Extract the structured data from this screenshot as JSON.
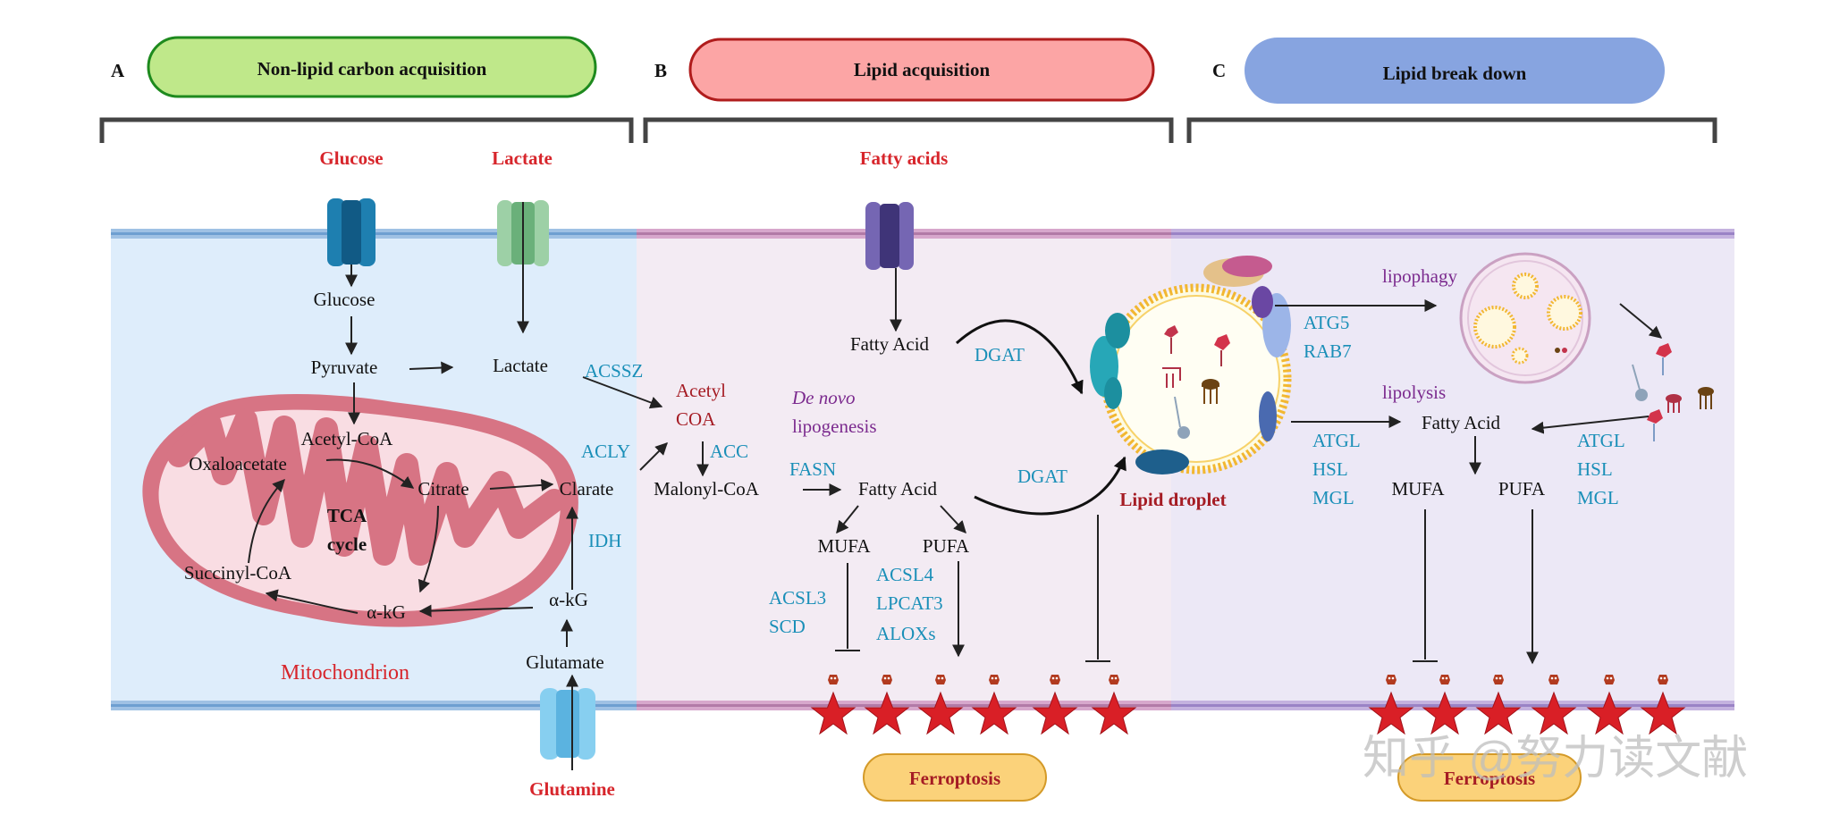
{
  "panels": {
    "a": {
      "letter": "A",
      "title": "Non-lipid carbon acquisition"
    },
    "b": {
      "letter": "B",
      "title": "Lipid acquisition"
    },
    "c": {
      "letter": "C",
      "title": "Lipid break down"
    }
  },
  "inputs": {
    "glucose": "Glucose",
    "lactate": "Lactate",
    "glutamine": "Glutamine",
    "fatty_acids": "Fatty acids"
  },
  "metabolites": {
    "glucose": "Glucose",
    "pyruvate": "Pyruvate",
    "lactate": "Lactate",
    "acetyl_coa": "Acetyl-CoA",
    "oxaloacetate": "Oxaloacetate",
    "citrate_mito": "Citrate",
    "citrate_cyto": "Clarate",
    "succinyl_coa": "Succinyl-CoA",
    "akg_mito": "α-kG",
    "akg_cyto": "α-kG",
    "glutamate": "Glutamate",
    "acetyl": "Acetyl",
    "coa": "COA",
    "malonyl_coa": "Malonyl-CoA",
    "fatty_acid_b_top": "Fatty Acid",
    "fatty_acid_b": "Fatty Acid",
    "mufa_b": "MUFA",
    "pufa_b": "PUFA",
    "fatty_acid_c": "Fatty Acid",
    "mufa_c": "MUFA",
    "pufa_c": "PUFA"
  },
  "tca": {
    "line1": "TCA",
    "line2": "cycle"
  },
  "mitochondrion_label": "Mitochondrion",
  "enzymes": {
    "acssz": "ACSSZ",
    "acly": "ACLY",
    "acc": "ACC",
    "idh": "IDH",
    "fasn": "FASN",
    "dgat_top": "DGAT",
    "dgat_bottom": "DGAT",
    "acsl3": "ACSL3",
    "scd": "SCD",
    "acsl4": "ACSL4",
    "lpcat3": "LPCAT3",
    "aloxs": "ALOXs",
    "atg5": "ATG5",
    "rab7": "RAB7",
    "atgl_l": "ATGL",
    "hsl_l": "HSL",
    "mgl_l": "MGL",
    "atgl_r": "ATGL",
    "hsl_r": "HSL",
    "mgl_r": "MGL"
  },
  "processes": {
    "de_novo": "De novo",
    "lipogenesis": "lipogenesis",
    "lipophagy": "lipophagy",
    "lipolysis": "lipolysis"
  },
  "lipid_droplet": "Lipid droplet",
  "ferroptosis": {
    "b": "Ferroptosis",
    "c": "Ferroptosis"
  },
  "watermark": "知乎 @努力读文献",
  "colors": {
    "panel_a_pill": "#bfe88a",
    "panel_a_border": "#1e8a1e",
    "panel_b_pill": "#fca5a5",
    "panel_b_border": "#b01c1c",
    "panel_c_pill": "#87a4e0",
    "input_red": "#d7252b",
    "enzyme_blue": "#1a8fb8",
    "process_purple": "#7b2a8e",
    "ferroptosis_pill": "#fbd27a",
    "star_red": "#d91f26"
  }
}
